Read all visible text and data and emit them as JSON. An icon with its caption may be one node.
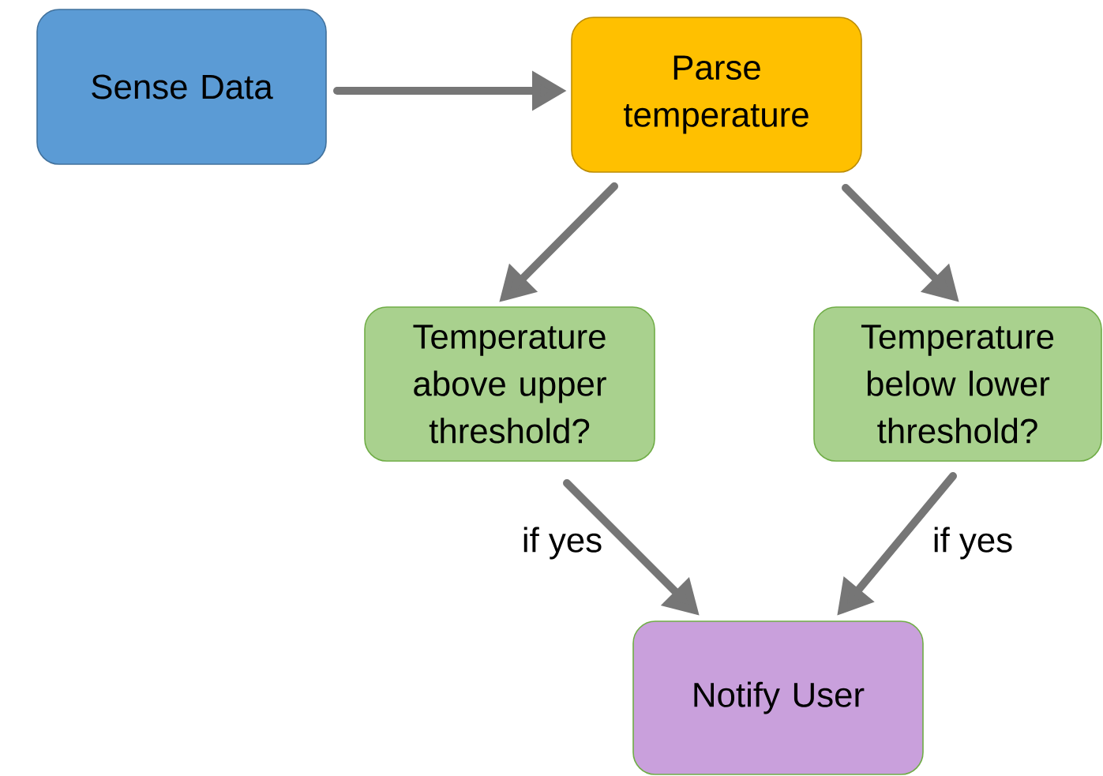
{
  "diagram": {
    "nodes": [
      {
        "text": [
          "Sense Data"
        ]
      },
      {
        "text": [
          "Parse temperature"
        ]
      },
      {
        "text": [
          "Temperature above upper threshold?"
        ]
      },
      {
        "text": [
          "Temperature below lower threshold?"
        ]
      },
      {
        "text": [
          "Notify User"
        ]
      }
    ],
    "edges": [
      {
        "from": 0,
        "to": 1,
        "arrow": "to"
      },
      {
        "from": 1,
        "to": 2,
        "arrow": "to"
      },
      {
        "from": 1,
        "to": 3,
        "arrow": "to"
      },
      {
        "from": 2,
        "to": 4,
        "arrow": "to",
        "label": "if yes"
      },
      {
        "from": 3,
        "to": 4,
        "arrow": "to",
        "label": "if yes"
      }
    ]
  }
}
